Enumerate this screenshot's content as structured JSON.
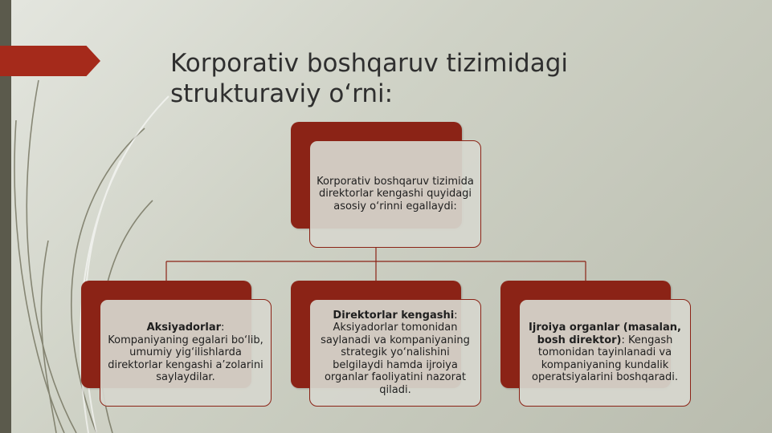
{
  "slide": {
    "title": "Korporativ boshqaruv tizimidagi strukturaviy o‘rni:",
    "colors": {
      "accent": "#a52a1b",
      "box_dark": "#8b2316",
      "box_light": "#d6d6cd",
      "connector": "#8b2316"
    }
  },
  "diagram": {
    "root": {
      "text": "Korporativ boshqaruv tizimida direktorlar kengashi quyidagi asosiy o‘rinni egallaydi:"
    },
    "children": [
      {
        "title": "Aksiyadorlar",
        "text": "Kompaniyaning egalari bo‘lib, umumiy yig‘ilishlarda direktorlar kengashi a’zolarini saylaydilar."
      },
      {
        "title": "Direktorlar kengashi",
        "text": "Aksiyadorlar tomonidan saylanadi va kompaniyaning strategik yo‘nalishini belgilaydi hamda ijroiya organlar faoliyatini nazorat qiladi."
      },
      {
        "title": "Ijroiya organlar (masalan, bosh direktor)",
        "text": "Kengash tomonidan tayinlanadi va kompaniyaning kundalik operatsiyalarini boshqaradi."
      }
    ]
  }
}
